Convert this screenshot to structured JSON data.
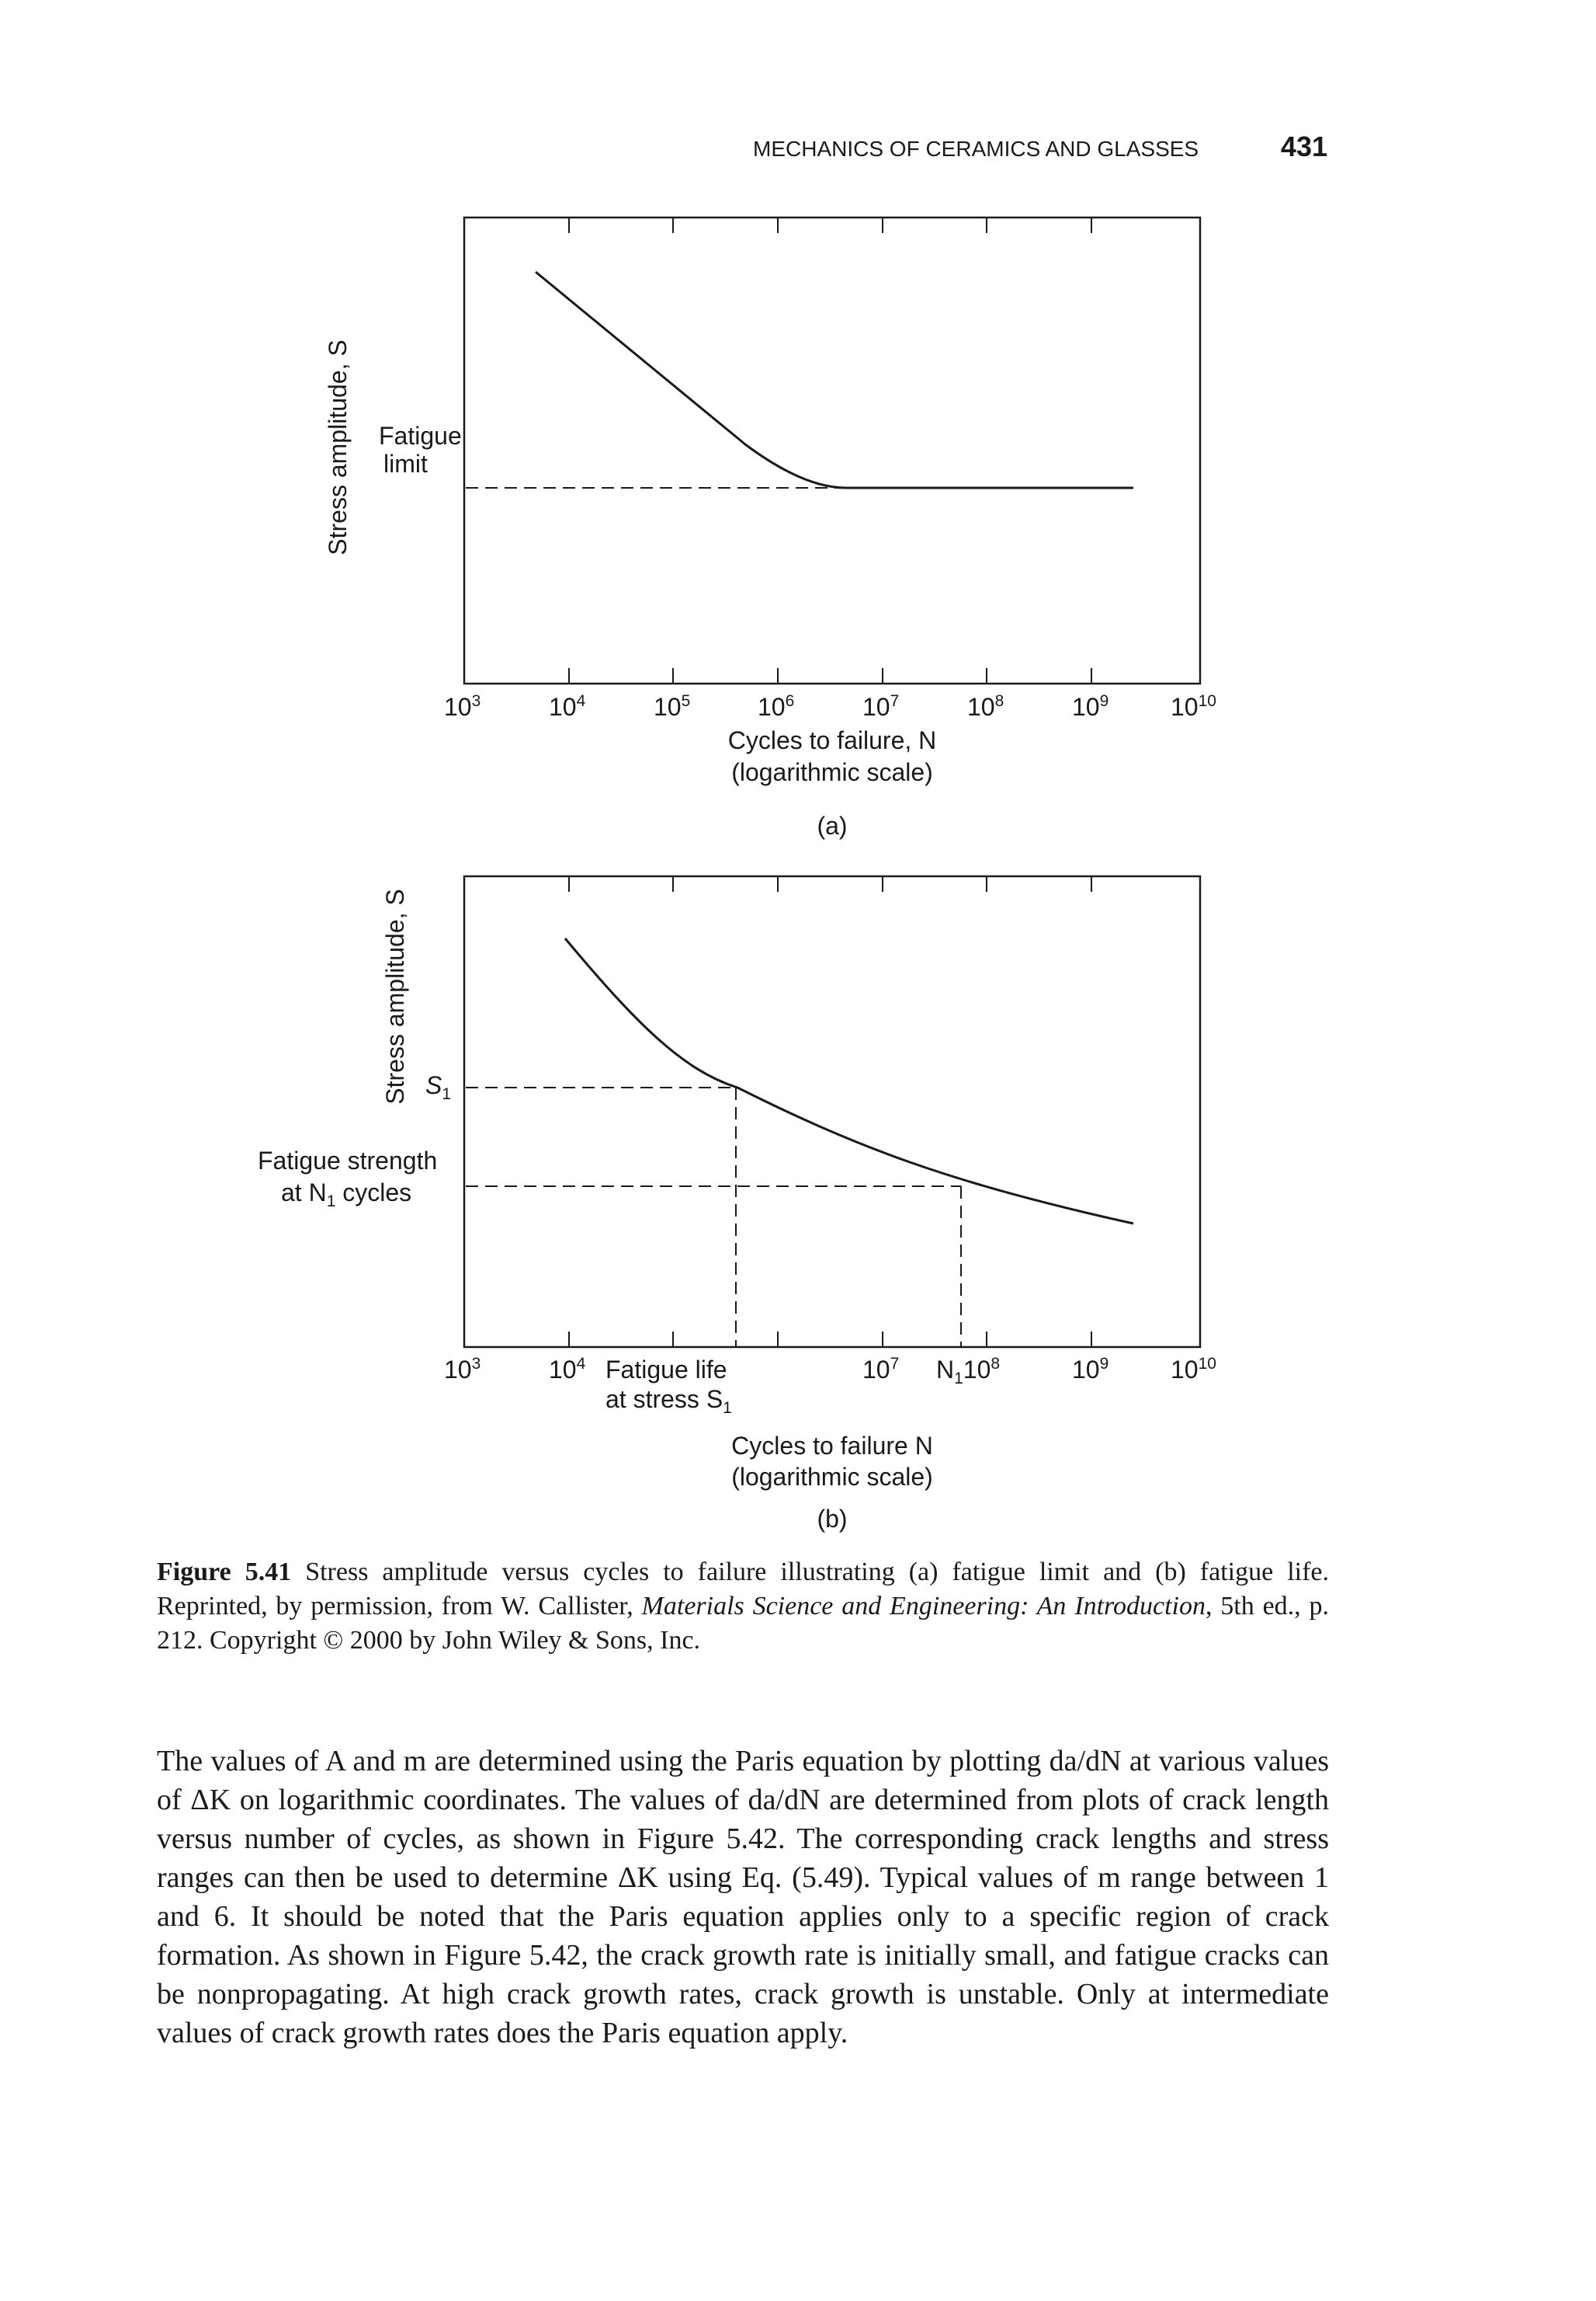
{
  "header": {
    "title": "MECHANICS OF CERAMICS AND GLASSES",
    "page_number": "431"
  },
  "chart_data": [
    {
      "type": "line",
      "panel": "(a)",
      "ylabel": "Stress amplitude, S",
      "xlabel": "Cycles to failure, N",
      "xlabel_sub": "(logarithmic scale)",
      "x_scale": "log",
      "x_ticks": [
        "10^3",
        "10^4",
        "10^5",
        "10^6",
        "10^7",
        "10^8",
        "10^9",
        "10^10"
      ],
      "annotation": [
        "Fatigue",
        "limit"
      ],
      "grid": false
    },
    {
      "type": "line",
      "panel": "(b)",
      "ylabel": "Stress amplitude, S",
      "xlabel": "Cycles to failure N",
      "xlabel_sub": "(logarithmic scale)",
      "x_scale": "log",
      "x_ticks": [
        "10^3",
        "10^4",
        "10^7",
        "N1",
        "10^8",
        "10^9",
        "10^10"
      ],
      "annotations": [
        "S1",
        "Fatigue strength",
        "at N1 cycles",
        "Fatigue life",
        "at stress S1"
      ],
      "grid": false
    }
  ],
  "figA": {
    "ylabel": "Stress amplitude, S",
    "note1": "Fatigue",
    "note2": "limit",
    "ticks": [
      "10",
      "10",
      "10",
      "10",
      "10",
      "10",
      "10",
      "10"
    ],
    "exps": [
      "3",
      "4",
      "5",
      "6",
      "7",
      "8",
      "9",
      "10"
    ],
    "xlabel": "Cycles to failure, N",
    "xlabel_sub": "(logarithmic scale)",
    "panel": "(a)"
  },
  "figB": {
    "ylabel": "Stress amplitude, S",
    "s1": "S",
    "s1_sub": "1",
    "note1": "Fatigue strength",
    "note2": "at N",
    "note2_sub": "1",
    "note2_end": " cycles",
    "tick1": "10",
    "tick1_exp": "3",
    "tick2": "10",
    "tick2_exp": "4",
    "fl1": "Fatigue life",
    "fl2": "at stress S",
    "fl2_sub": "1",
    "tick7": "10",
    "tick7_exp": "7",
    "n1": "N",
    "n1_sub": "1",
    "tick8": "10",
    "tick8_exp": "8",
    "tick9": "10",
    "tick9_exp": "9",
    "tick10": "10",
    "tick10_exp": "10",
    "xlabel": "Cycles to failure N",
    "xlabel_sub": "(logarithmic scale)",
    "panel": "(b)"
  },
  "caption": {
    "label": "Figure 5.41",
    "text1": " Stress amplitude versus cycles to failure illustrating (a) fatigue limit and (b) fatigue life. Reprinted, by permission, from W. Callister, ",
    "book": "Materials Science and Engineering: An Introduction",
    "text2": ", 5th ed., p. 212. Copyright © 2000 by John Wiley & Sons, Inc."
  },
  "body": {
    "paragraph": "The values of A and m are determined using the Paris equation by plotting da/dN at various values of ΔK on logarithmic coordinates. The values of da/dN are determined from plots of crack length versus number of cycles, as shown in Figure 5.42. The corresponding crack lengths and stress ranges can then be used to determine ΔK using Eq. (5.49). Typical values of m range between 1 and 6. It should be noted that the Paris equation applies only to a specific region of crack formation. As shown in Figure 5.42, the crack growth rate is initially small, and fatigue cracks can be nonpropagating. At high crack growth rates, crack growth is unstable. Only at intermediate values of crack growth rates does the Paris equation apply."
  }
}
